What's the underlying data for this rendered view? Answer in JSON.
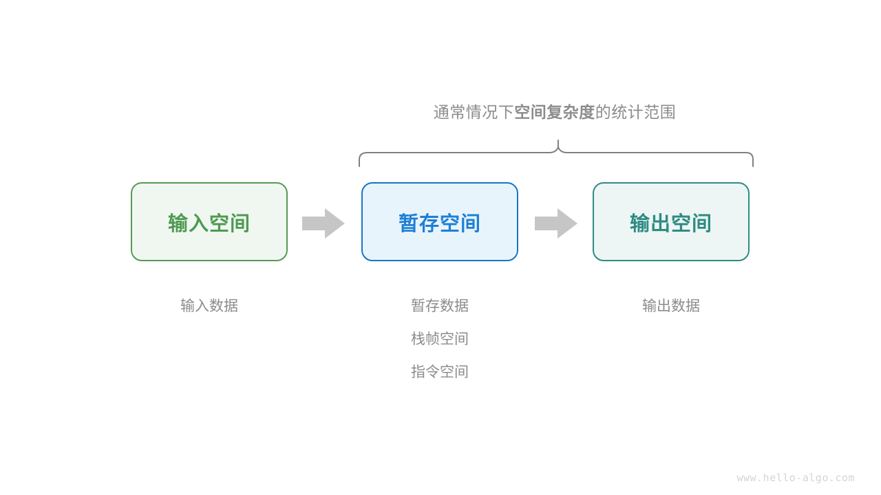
{
  "diagram": {
    "title_annotation": {
      "prefix": "通常情况下",
      "emphasis": "空间复杂度",
      "suffix": "的统计范围",
      "color": "#8c8c8c"
    },
    "brace": {
      "name": "curly-brace",
      "color": "#808080",
      "spans_boxes": [
        "暂存空间",
        "输出空间"
      ]
    },
    "boxes": [
      {
        "id": "input",
        "label": "输入空间",
        "fill": "#f0f7f0",
        "border": "#569a56",
        "text_color": "#4e9a51",
        "captions": [
          "输入数据"
        ]
      },
      {
        "id": "temp",
        "label": "暂存空间",
        "fill": "#e8f4fc",
        "border": "#1476c6",
        "text_color": "#1f7fd4",
        "captions": [
          "暂存数据",
          "栈帧空间",
          "指令空间"
        ]
      },
      {
        "id": "output",
        "label": "输出空间",
        "fill": "#edf6f4",
        "border": "#2e8b82",
        "text_color": "#2e8b82",
        "captions": [
          "输出数据"
        ]
      }
    ],
    "arrows": [
      {
        "id": "arrow-1",
        "name": "right-arrow-icon",
        "color": "#c6c6c6"
      },
      {
        "id": "arrow-2",
        "name": "right-arrow-icon",
        "color": "#c6c6c6"
      }
    ],
    "watermark": "www.hello-algo.com"
  }
}
